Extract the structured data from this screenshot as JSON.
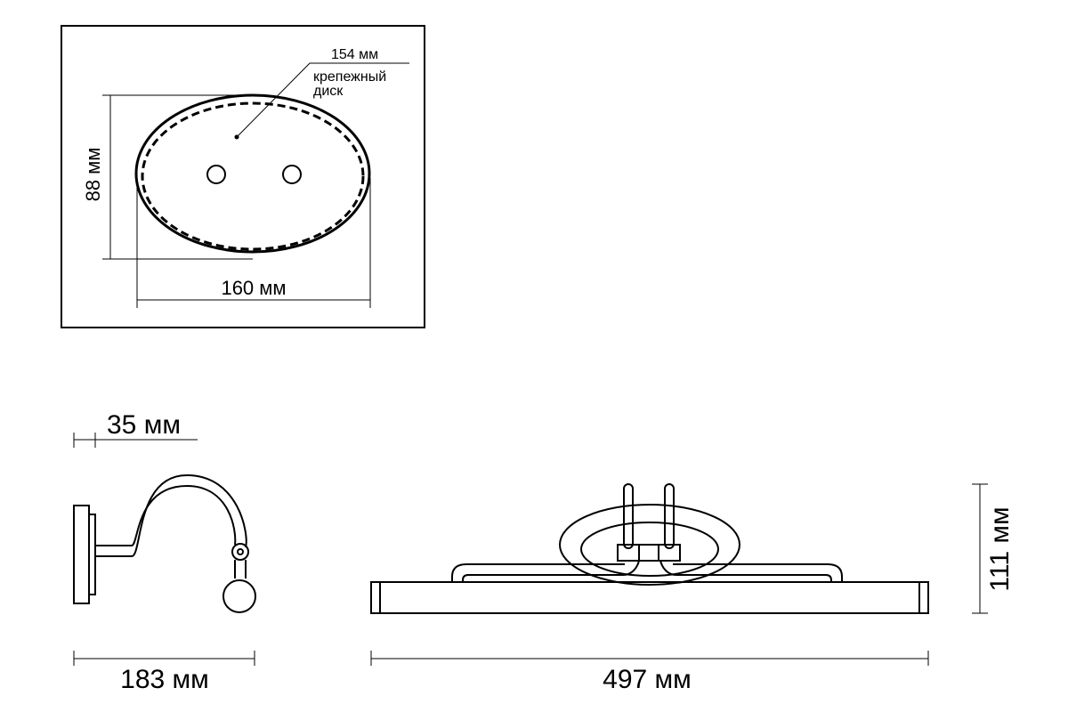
{
  "mount_view": {
    "disk_diameter": "154 мм",
    "disk_label_line1": "крепежный",
    "disk_label_line2": "диск",
    "height": "88 мм",
    "width": "160 мм"
  },
  "side_view": {
    "depth_offset": "35 мм",
    "depth": "183 мм"
  },
  "front_view": {
    "height": "111 мм",
    "length": "497 мм"
  }
}
